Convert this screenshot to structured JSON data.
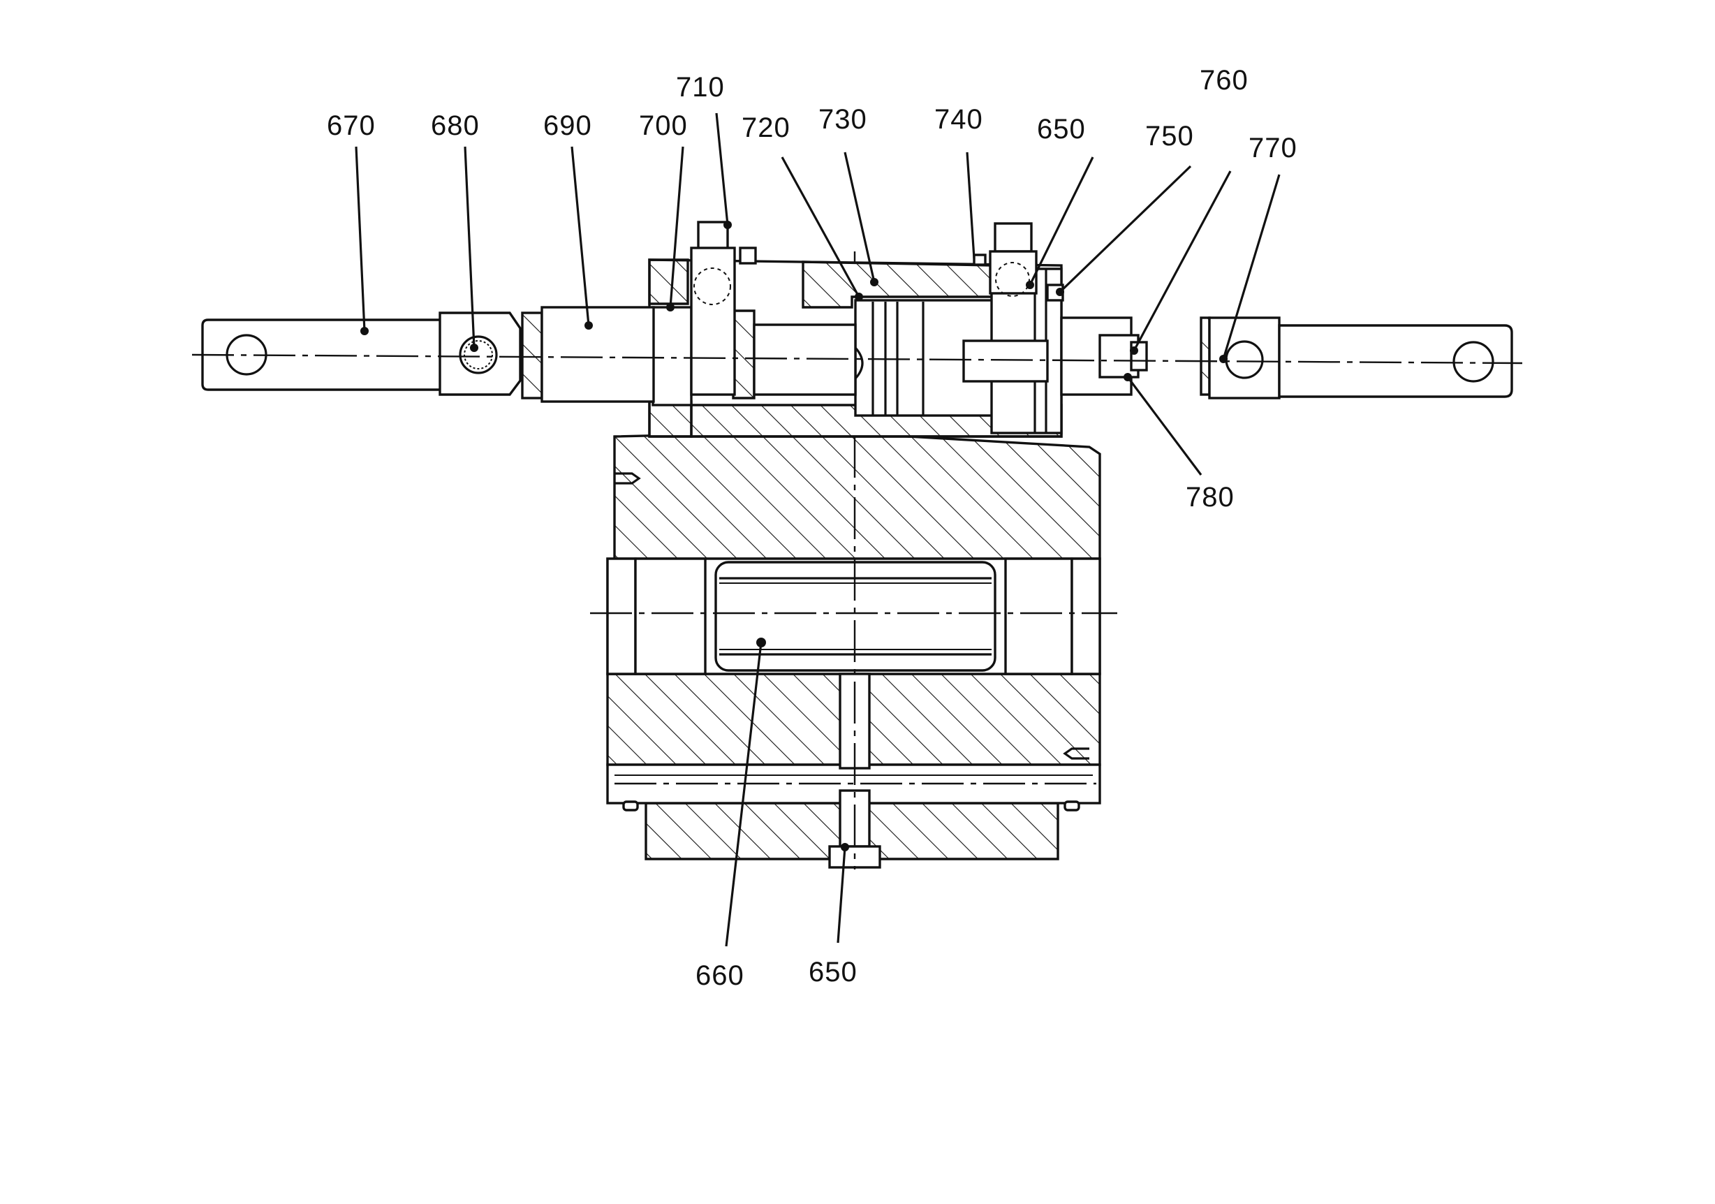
{
  "labels": {
    "l670": "670",
    "l680": "680",
    "l690": "690",
    "l700": "700",
    "l710": "710",
    "l720": "720",
    "l730": "730",
    "l740": "740",
    "l650_top": "650",
    "l750": "750",
    "l760": "760",
    "l770": "770",
    "l780": "780",
    "l660": "660",
    "l650_bottom": "650"
  }
}
